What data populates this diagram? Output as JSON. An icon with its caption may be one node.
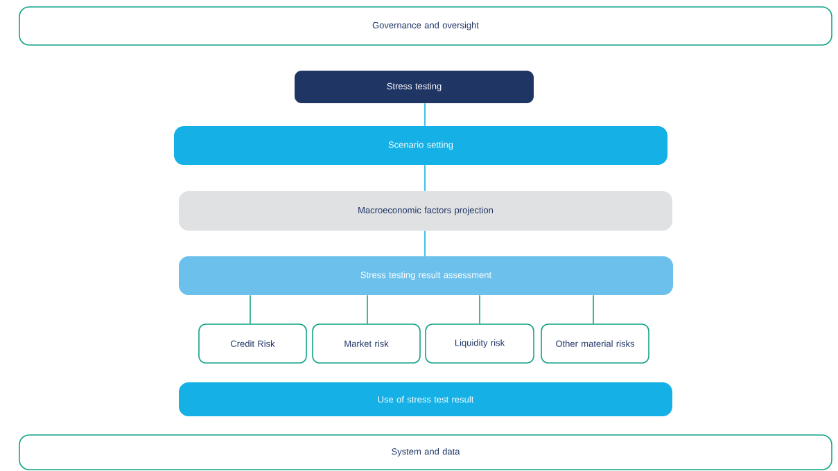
{
  "diagram": {
    "nodes": [
      {
        "text": [
          "Governance and oversight"
        ]
      },
      {
        "text": [
          "Stress testing"
        ]
      },
      {
        "text": [
          "Scenario setting"
        ]
      },
      {
        "text": [
          "Macroeconomic factors projection"
        ]
      },
      {
        "text": [
          "Stress testing result assessment"
        ]
      },
      {
        "text": [
          "Credit Risk"
        ]
      },
      {
        "text": [
          "Market risk"
        ]
      },
      {
        "text": [
          "Liquidity risk"
        ]
      },
      {
        "text": [
          "Other material risks"
        ]
      },
      {
        "text": [
          "Use of stress test result"
        ]
      },
      {
        "text": [
          "System and data"
        ]
      }
    ],
    "edges": [
      {
        "from": 1,
        "to": 2,
        "arrow": "none",
        "color": "#14b0e6"
      },
      {
        "from": 2,
        "to": 3,
        "arrow": "none",
        "color": "#14b0e6"
      },
      {
        "from": 3,
        "to": 4,
        "arrow": "none",
        "color": "#14b0e6"
      },
      {
        "from": 4,
        "to": 5,
        "arrow": "none"
      },
      {
        "from": 4,
        "to": 6,
        "arrow": "none"
      },
      {
        "from": 4,
        "to": 7,
        "arrow": "none"
      },
      {
        "from": 4,
        "to": 8,
        "arrow": "none"
      }
    ]
  }
}
